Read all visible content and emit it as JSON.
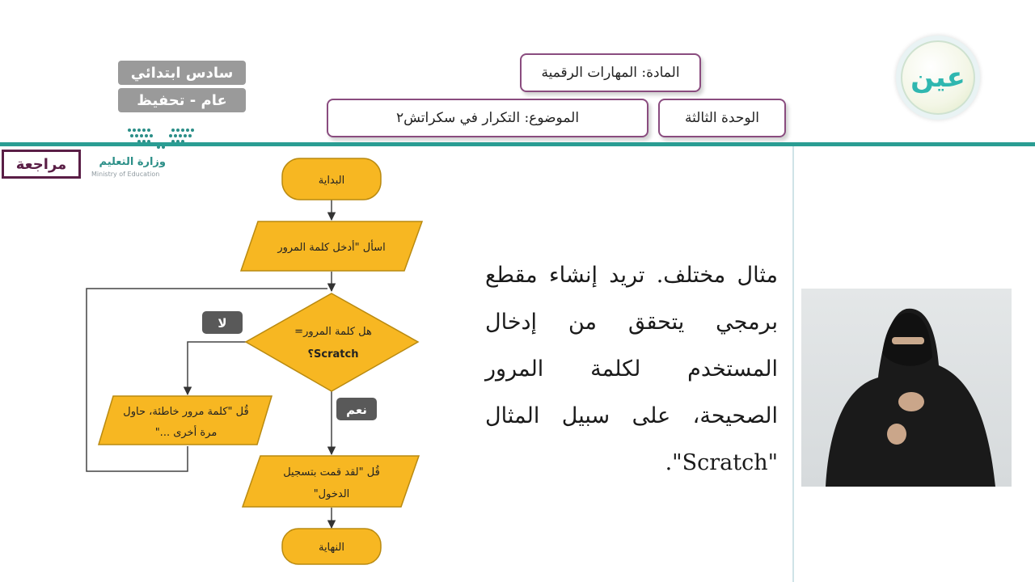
{
  "header": {
    "subject": "المادة: المهارات الرقمية",
    "topic": "الموضوع: التكرار في سكراتش٢",
    "unit": "الوحدة الثالثة",
    "grade": "سادس ابتدائي",
    "track": "عام - تحفيظ"
  },
  "branding": {
    "ministry_ar": "وزارة التعليم",
    "ministry_en": "Ministry of Education",
    "channel_logo": "عين"
  },
  "review_tag": "مراجعة",
  "lesson_text": "مثال مختلف. تريد إنشاء مقطع برمجي يتحقق من إدخال المستخدم لكلمة المرور الصحيحة، على سبيل المثال \"Scratch\".",
  "flowchart": {
    "start": "البداية",
    "input": "اسأل \"أدخل كلمة المرور",
    "decision_line1": "هل كلمة المرور=",
    "decision_line2": "Scratch؟",
    "label_no": "لا",
    "label_yes": "نعم",
    "wrong_line1": "قُل \"كلمة مرور خاطئة، حاول",
    "wrong_line2": "مرة أخرى ...\"",
    "success_line1": "قُل \"لقد قمت بتسجيل",
    "success_line2": "الدخول\"",
    "end": "النهاية"
  },
  "colors": {
    "accent_teal": "#2a9d93",
    "box_border": "#8a4c7f",
    "flow_fill": "#f7b722",
    "flow_stroke": "#b98a10",
    "review_border": "#5a1e46"
  }
}
